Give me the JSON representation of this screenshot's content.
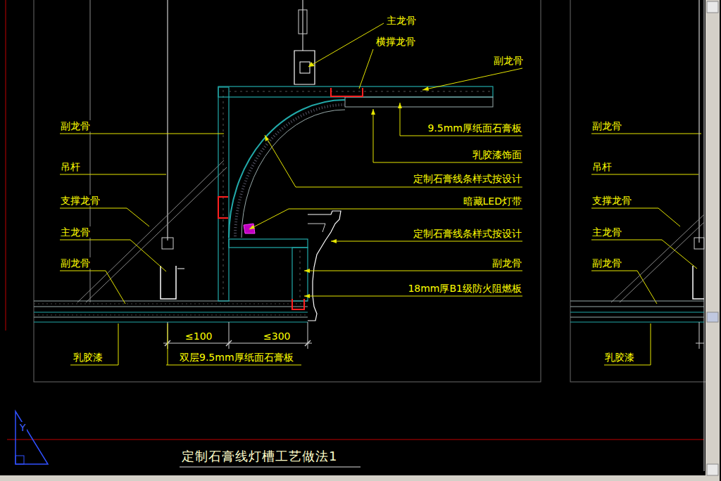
{
  "diagram": {
    "title": "定制石膏线灯槽工艺做法1",
    "labels": [
      "主龙骨",
      "横撑龙骨",
      "副龙骨",
      "9.5mm厚纸面石膏板",
      "乳胶漆饰面",
      "定制石膏线条样式按设计",
      "暗藏LED灯带",
      "定制石膏线条样式按设计",
      "副龙骨",
      "18mm厚B1级防火阻燃板",
      "副龙骨",
      "吊杆",
      "支撑龙骨",
      "主龙骨",
      "副龙骨",
      "≤100",
      "≤300",
      "乳胶漆",
      "双层9.5mm厚纸面石膏板",
      "副龙骨",
      "吊杆",
      "支撑龙骨",
      "主龙骨",
      "副龙骨",
      "乳胶漆",
      "Y"
    ]
  }
}
